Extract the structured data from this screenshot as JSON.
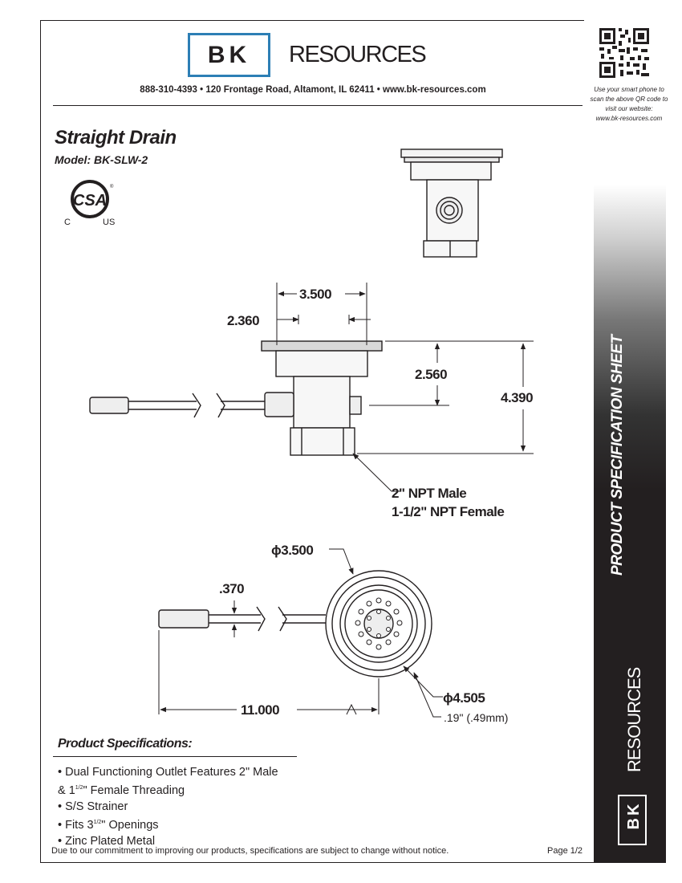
{
  "brand": {
    "logo_letters": "BK",
    "logo_word": "RESOURCES",
    "contact_line": "888-310-4393  • 120 Frontage Road, Altamont, IL 62411  •  www.bk-resources.com",
    "accent_color": "#2d7fb5"
  },
  "qr": {
    "note_lines": [
      "Use your smart phone to",
      "scan the above QR code to",
      "visit our website:",
      "www.bk-resources.com"
    ]
  },
  "product": {
    "title": "Straight Drain",
    "model": "Model: BK-SLW-2",
    "certification": {
      "mark": "CSA",
      "left": "C",
      "right": "US",
      "reg": "®"
    }
  },
  "drawing": {
    "dim_width_top": "3.500",
    "dim_inner": "2.360",
    "dim_height_upper": "2.560",
    "dim_height_total": "4.390",
    "outlet_line1": "2\" NPT Male",
    "outlet_line2": "1-1/2\" NPT Female",
    "dim_diameter_top": "ϕ3.500",
    "dim_rod": ".370",
    "dim_diameter_outer": "ϕ4.505",
    "dim_gap": ".19\" (.49mm)",
    "dim_length": "11.000"
  },
  "specs": {
    "heading": "Product Specifications:",
    "items": [
      {
        "parts": [
          "• Dual Functioning Outlet Features 2\" Male"
        ]
      },
      {
        "parts": [
          "& 1",
          "1/2",
          "\" Female Threading"
        ]
      },
      {
        "parts": [
          "• S/S Strainer"
        ]
      },
      {
        "parts": [
          "• Fits 3",
          "1/2",
          "\" Openings"
        ]
      },
      {
        "parts": [
          "• Zinc Plated Metal"
        ]
      }
    ]
  },
  "footer": {
    "disclaimer": "Due to our commitment to improving our products, specifications are subject to change without notice.",
    "page": "Page 1/2"
  },
  "sidebar": {
    "title": "PRODUCT SPECIFICATION SHEET",
    "resources": "RESOURCES",
    "logo_letters": "BK"
  }
}
